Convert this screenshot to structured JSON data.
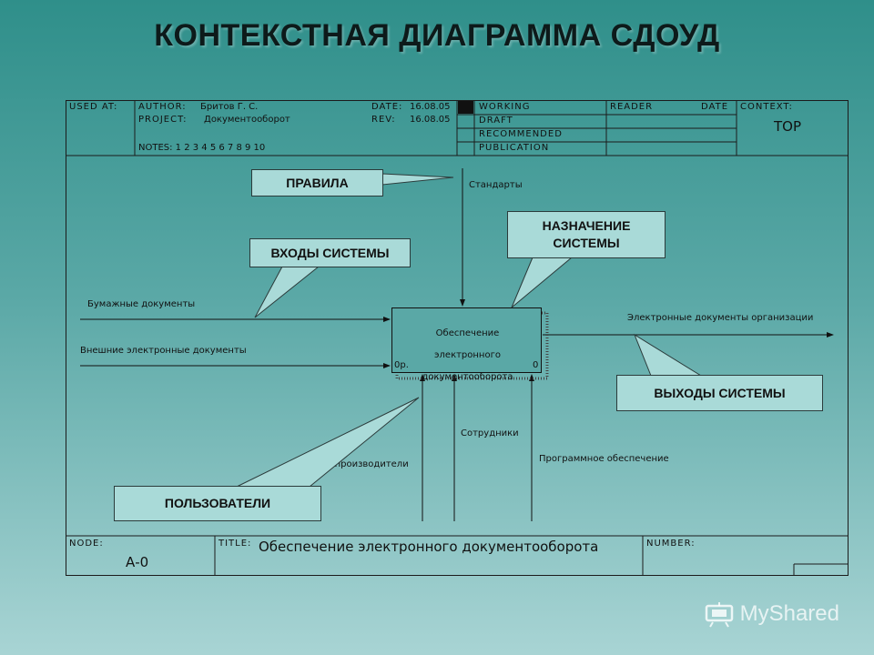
{
  "slide": {
    "title": "КОНТЕКСТНАЯ ДИАГРАММА СДОУД"
  },
  "header": {
    "used_at": "USED AT:",
    "author_label": "AUTHOR:",
    "author_value": "Бритов Г. С.",
    "project_label": "PROJECT:",
    "project_value": "Документооборот",
    "notes": "NOTES:  1  2  3  4  5  6  7  8  9  10",
    "date_label": "DATE:",
    "date_value": "16.08.05",
    "rev_label": "REV:",
    "rev_value": "16.08.05",
    "status_options": [
      "WORKING",
      "DRAFT",
      "RECOMMENDED",
      "PUBLICATION"
    ],
    "reader": "READER",
    "date2": "DATE",
    "context_label": "CONTEXT:",
    "context_value": "TOP"
  },
  "diagram": {
    "process_lines": [
      "Обеспечение",
      "электронного",
      "документооборота"
    ],
    "process_code": "0р.",
    "process_number": "0",
    "controls": [
      "Стандарты"
    ],
    "inputs": [
      "Бумажные документы",
      "Внешние электронные документы"
    ],
    "outputs": [
      "Электронные документы организации"
    ],
    "mechanisms": [
      "Сотрудники",
      "Программное обеспечение",
      "делопроизводители"
    ]
  },
  "callouts": {
    "rules": "ПРАВИЛА",
    "purpose": "НАЗНАЧЕНИЕ СИСТЕМЫ",
    "inputs": "ВХОДЫ СИСТЕМЫ",
    "outputs": "ВЫХОДЫ СИСТЕМЫ",
    "users": "ПОЛЬЗОВАТЕЛИ"
  },
  "footer": {
    "node_label": "NODE:",
    "node_value": "А-0",
    "title_label": "TITLE:",
    "title_value": "Обеспечение  электронного документооборота",
    "number_label": "NUMBER:"
  },
  "brand": {
    "name": "MyShared",
    "icon": "projector-icon"
  },
  "colors": {
    "callout_fill": "#a9dad8",
    "background_top": "#2f8f8a",
    "background_bottom": "#a8d4d4"
  }
}
